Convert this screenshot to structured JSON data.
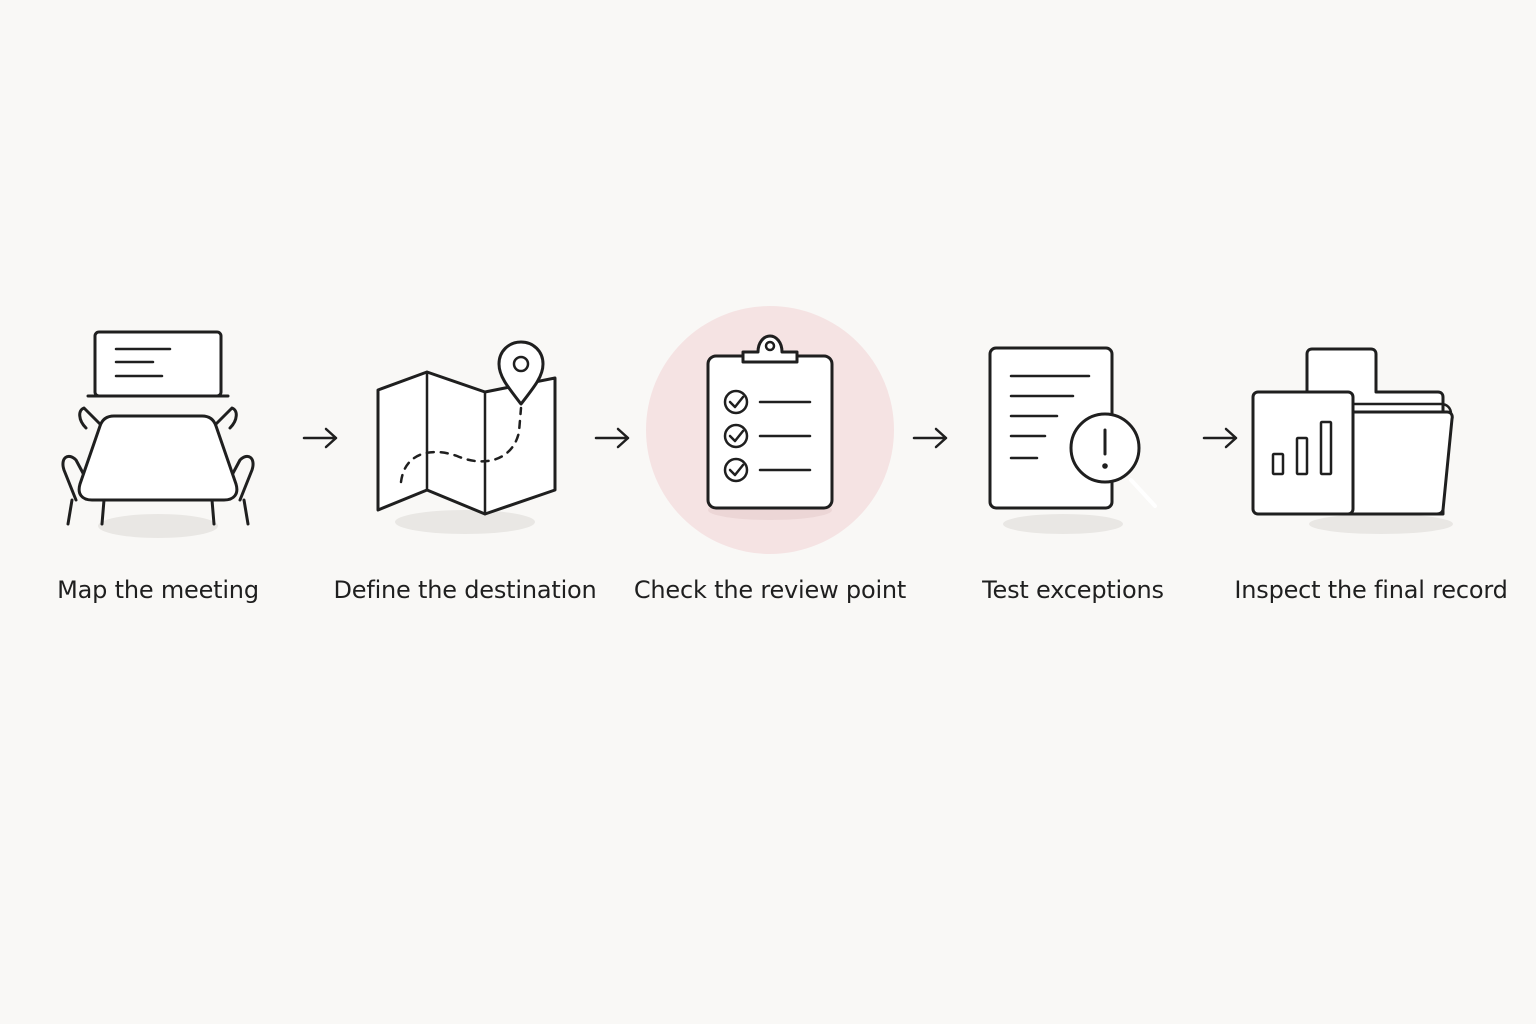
{
  "steps": [
    {
      "label": "Map the meeting",
      "icon": "meeting-table-icon",
      "highlighted": false
    },
    {
      "label": "Define the destination",
      "icon": "map-pin-icon",
      "highlighted": false
    },
    {
      "label": "Check the review point",
      "icon": "clipboard-checklist-icon",
      "highlighted": true
    },
    {
      "label": "Test exceptions",
      "icon": "document-magnifier-alert-icon",
      "highlighted": false
    },
    {
      "label": "Inspect the final record",
      "icon": "folder-chart-icon",
      "highlighted": false
    }
  ],
  "colors": {
    "background": "#f9f8f6",
    "line": "#1f1f1f",
    "highlight": "#f5e3e3"
  }
}
